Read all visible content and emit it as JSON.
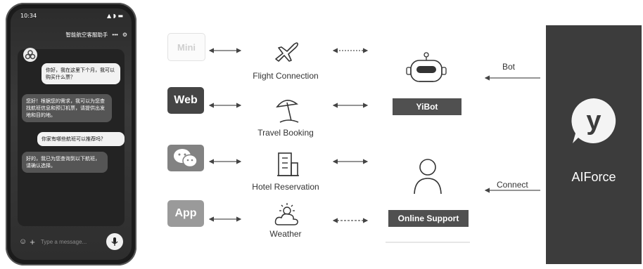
{
  "phone": {
    "status_time": "10:34",
    "status_icons": "▲ ◗ ▬",
    "header_title": "智能航空客服助手",
    "header_menu_icon": "menu-dots-icon",
    "chat": [
      {
        "role": "user",
        "text": "你好，我在这里下个月，我可以购买什么票？"
      },
      {
        "role": "bot",
        "text": "您好！根据您的需求，我可以为您查找航班信息和预订机票，请提供出发地和目的地。"
      },
      {
        "role": "user",
        "text": "你家有哪些航班可以推荐吗？"
      },
      {
        "role": "bot",
        "text": "好的，我已为您查询到以下航班，请确认选择。"
      }
    ],
    "input_placeholder": "Type a message..."
  },
  "channels": [
    {
      "label": "Mini",
      "icon": "mini-program-icon"
    },
    {
      "label": "Web",
      "icon": "web-icon"
    },
    {
      "label": "",
      "icon": "wechat-icon"
    },
    {
      "label": "App",
      "icon": "app-icon"
    }
  ],
  "services": [
    {
      "label": "Flight Connection",
      "icon": "airplane-icon"
    },
    {
      "label": "Travel Booking",
      "icon": "beach-umbrella-icon"
    },
    {
      "label": "Hotel Reservation",
      "icon": "hotel-building-icon"
    },
    {
      "label": "Weather",
      "icon": "weather-sun-cloud-icon"
    }
  ],
  "agents": {
    "yibot_label": "YiBot",
    "yibot_icon": "robot-icon",
    "support_label": "Online Support",
    "support_icon": "person-icon"
  },
  "connections": {
    "bot_label": "Bot",
    "connect_label": "Connect"
  },
  "platform": {
    "name": "AIForce",
    "logo_letter": "y",
    "logo_icon": "aiforce-logo-icon"
  },
  "colors": {
    "dark_panel": "#3c3c3c",
    "pill": "#505050",
    "phone": "#1b1b1b"
  }
}
